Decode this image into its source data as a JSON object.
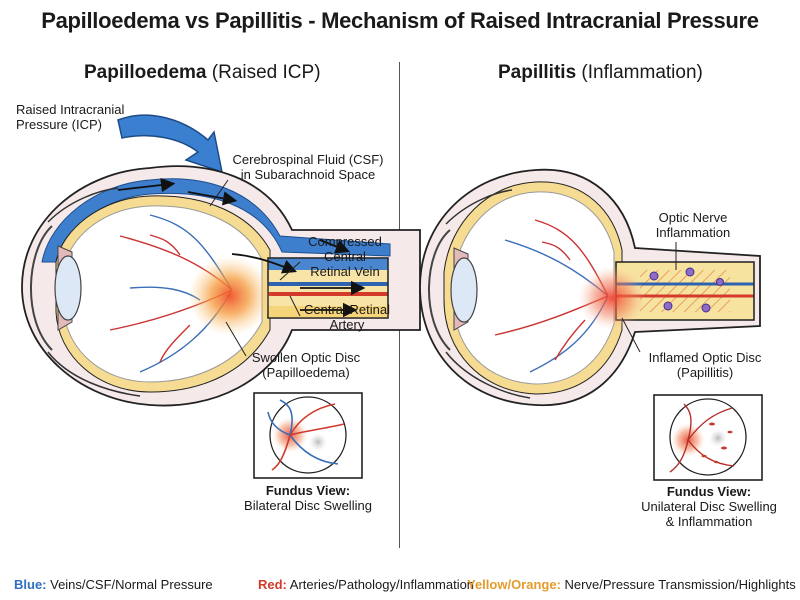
{
  "title": "Papilloedema vs Papillitis - Mechanism of Raised Intracranial Pressure",
  "left_panel": {
    "title_bold": "Papilloedema",
    "title_rest": " (Raised ICP)",
    "labels": {
      "icp_line1": "Raised Intracranial",
      "icp_line2": "Pressure (ICP)",
      "csf_line1": "Cerebrospinal Fluid (CSF)",
      "csf_line2": "in Subarachnoid Space",
      "vein_line1": "Compressed",
      "vein_line2": "Central",
      "vein_line3": "Retinal Vein",
      "artery_line1": "Central Retinal",
      "artery_line2": "Artery",
      "disc_line1": "Swollen Optic Disc",
      "disc_line2": "(Papilloedema)"
    },
    "fundus_title": "Fundus View:",
    "fundus_desc": "Bilateral Disc Swelling"
  },
  "right_panel": {
    "title_bold": "Papillitis",
    "title_rest": " (Inflammation)",
    "labels": {
      "nerve_line1": "Optic Nerve",
      "nerve_line2": "Inflammation",
      "disc_line1": "Inflamed Optic Disc",
      "disc_line2": "(Papillitis)"
    },
    "fundus_title": "Fundus View:",
    "fundus_desc_line1": "Unilateral Disc Swelling",
    "fundus_desc_line2": "& Inflammation"
  },
  "legend": {
    "blue_key": "Blue:",
    "blue_text": " Veins/CSF/Normal Pressure",
    "red_key": "Red:",
    "red_text": " Arteries/Pathology/Inflammation",
    "yellow_key": "Yellow/Orange:",
    "yellow_text": " Nerve/Pressure Transmission/Highlights"
  },
  "colors": {
    "blue": "#3a78c4",
    "red": "#d9302a",
    "orange": "#e39b2b"
  }
}
